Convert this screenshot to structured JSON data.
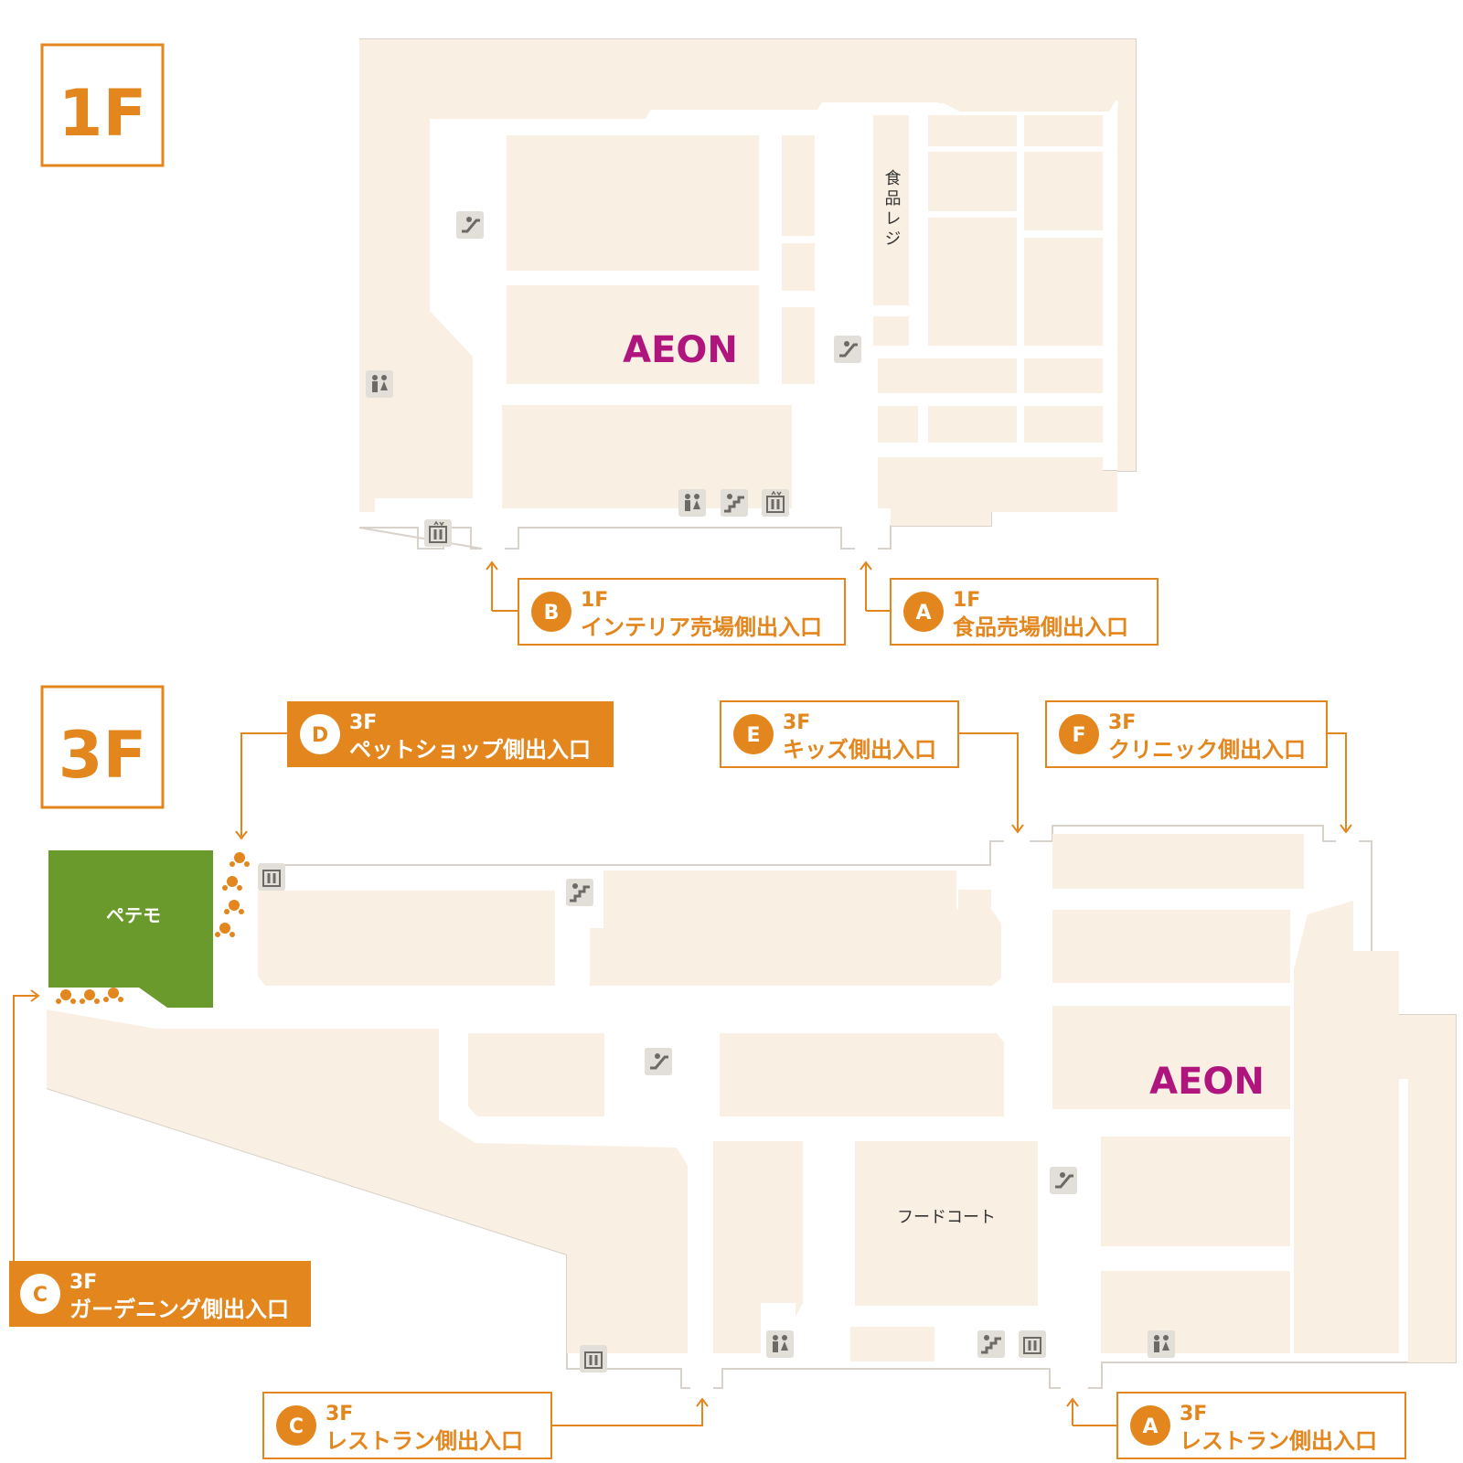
{
  "colors": {
    "accent": "#e3861d",
    "block": "#f9efe3",
    "outline": "#d8d2ca",
    "aeon": "#b0157e",
    "pet_shop": "#6a9a2c",
    "icon_bg": "#e2ded8",
    "icon_fg": "#6d6a66"
  },
  "floors": {
    "first": {
      "label": "1F",
      "anchor_store": "AEON",
      "area_label": "食品レジ",
      "entrances": [
        {
          "letter": "B",
          "floor": "1F",
          "name": "インテリア売場側出入口",
          "style": "outline"
        },
        {
          "letter": "A",
          "floor": "1F",
          "name": "食品売場側出入口",
          "style": "outline"
        }
      ]
    },
    "third": {
      "label": "3F",
      "anchor_store": "AEON",
      "pet_store": "ペテモ",
      "food_court": "フードコート",
      "entrances": [
        {
          "letter": "D",
          "floor": "3F",
          "name": "ペットショップ側出入口",
          "style": "filled"
        },
        {
          "letter": "E",
          "floor": "3F",
          "name": "キッズ側出入口",
          "style": "outline"
        },
        {
          "letter": "F",
          "floor": "3F",
          "name": "クリニック側出入口",
          "style": "outline"
        },
        {
          "letter": "C",
          "floor": "3F",
          "name": "ガーデニング側出入口",
          "style": "filled"
        },
        {
          "letter": "C",
          "floor": "3F",
          "name": "レストラン側出入口",
          "style": "outline"
        },
        {
          "letter": "A",
          "floor": "3F",
          "name": "レストラン側出入口",
          "style": "outline"
        }
      ]
    }
  },
  "facility_icons": [
    "escalator-icon",
    "restroom-icon",
    "elevator-icon",
    "stairs-icon",
    "paw-print-icon"
  ]
}
